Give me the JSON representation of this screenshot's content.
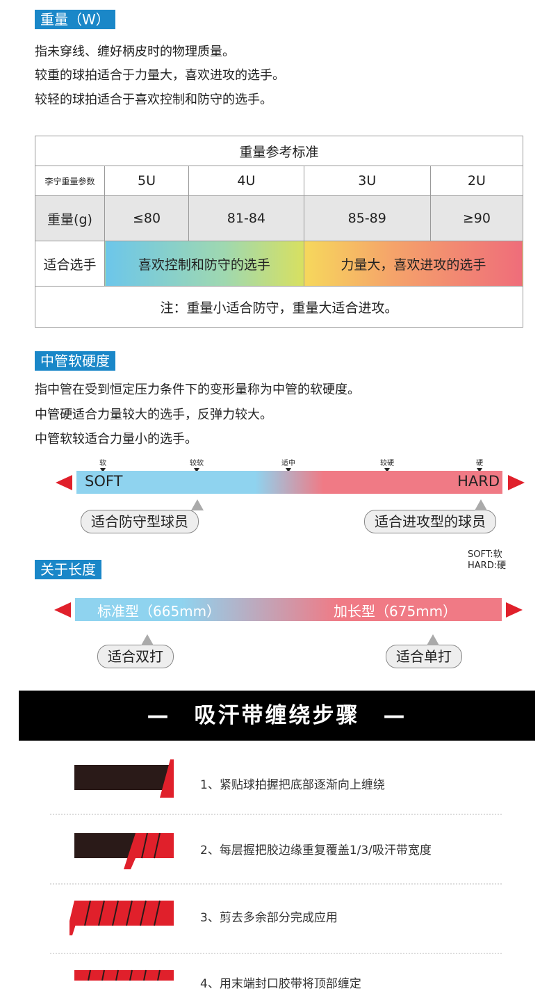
{
  "weight": {
    "tag": "重量（W）",
    "lines": [
      "指未穿线、缠好柄皮时的物理质量。",
      "较重的球拍适合于力量大，喜欢进攻的选手。",
      "较轻的球拍适合于喜欢控制和防守的选手。"
    ],
    "table": {
      "title": "重量参考标准",
      "param_label": "李宁重量参数",
      "grades": [
        "5U",
        "4U",
        "3U",
        "2U"
      ],
      "weight_label": "重量(g)",
      "weights": [
        "≤80",
        "81-84",
        "85-89",
        "≥90"
      ],
      "suit_label": "适合选手",
      "suit_light": "喜欢控制和防守的选手",
      "suit_heavy": "力量大，喜欢进攻的选手",
      "note": "注：重量小适合防守，重量大适合进攻。"
    }
  },
  "flex": {
    "tag": "中管软硬度",
    "lines": [
      "指中管在受到恒定压力条件下的变形量称为中管的软硬度。",
      "中管硬适合力量较大的选手，反弹力较大。",
      "中管软较适合力量小的选手。"
    ],
    "ticks": [
      "软",
      "较软",
      "适中",
      "较硬",
      "硬"
    ],
    "soft": "SOFT",
    "hard": "HARD",
    "bubble_left": "适合防守型球员",
    "bubble_right": "适合进攻型的球员",
    "legend": [
      "SOFT:软",
      "HARD:硬"
    ]
  },
  "length": {
    "tag": "关于长度",
    "standard": "标准型（665mm）",
    "extended": "加长型（675mm）",
    "bubble_left": "适合双打",
    "bubble_right": "适合单打"
  },
  "steps": {
    "banner": "—　吸汗带缠绕步骤　—",
    "items": [
      "1、紧贴球拍握把底部逐渐向上缠绕",
      "2、每层握把胶边缘重复覆盖1/3/吸汗带宽度",
      "3、剪去多余部分完成应用",
      "4、用末端封口胶带将顶部缠定"
    ]
  },
  "colors": {
    "blue": "#1a87c8",
    "red": "#e0202b",
    "soft": "#8fd3ef",
    "hard": "#f07a85"
  }
}
